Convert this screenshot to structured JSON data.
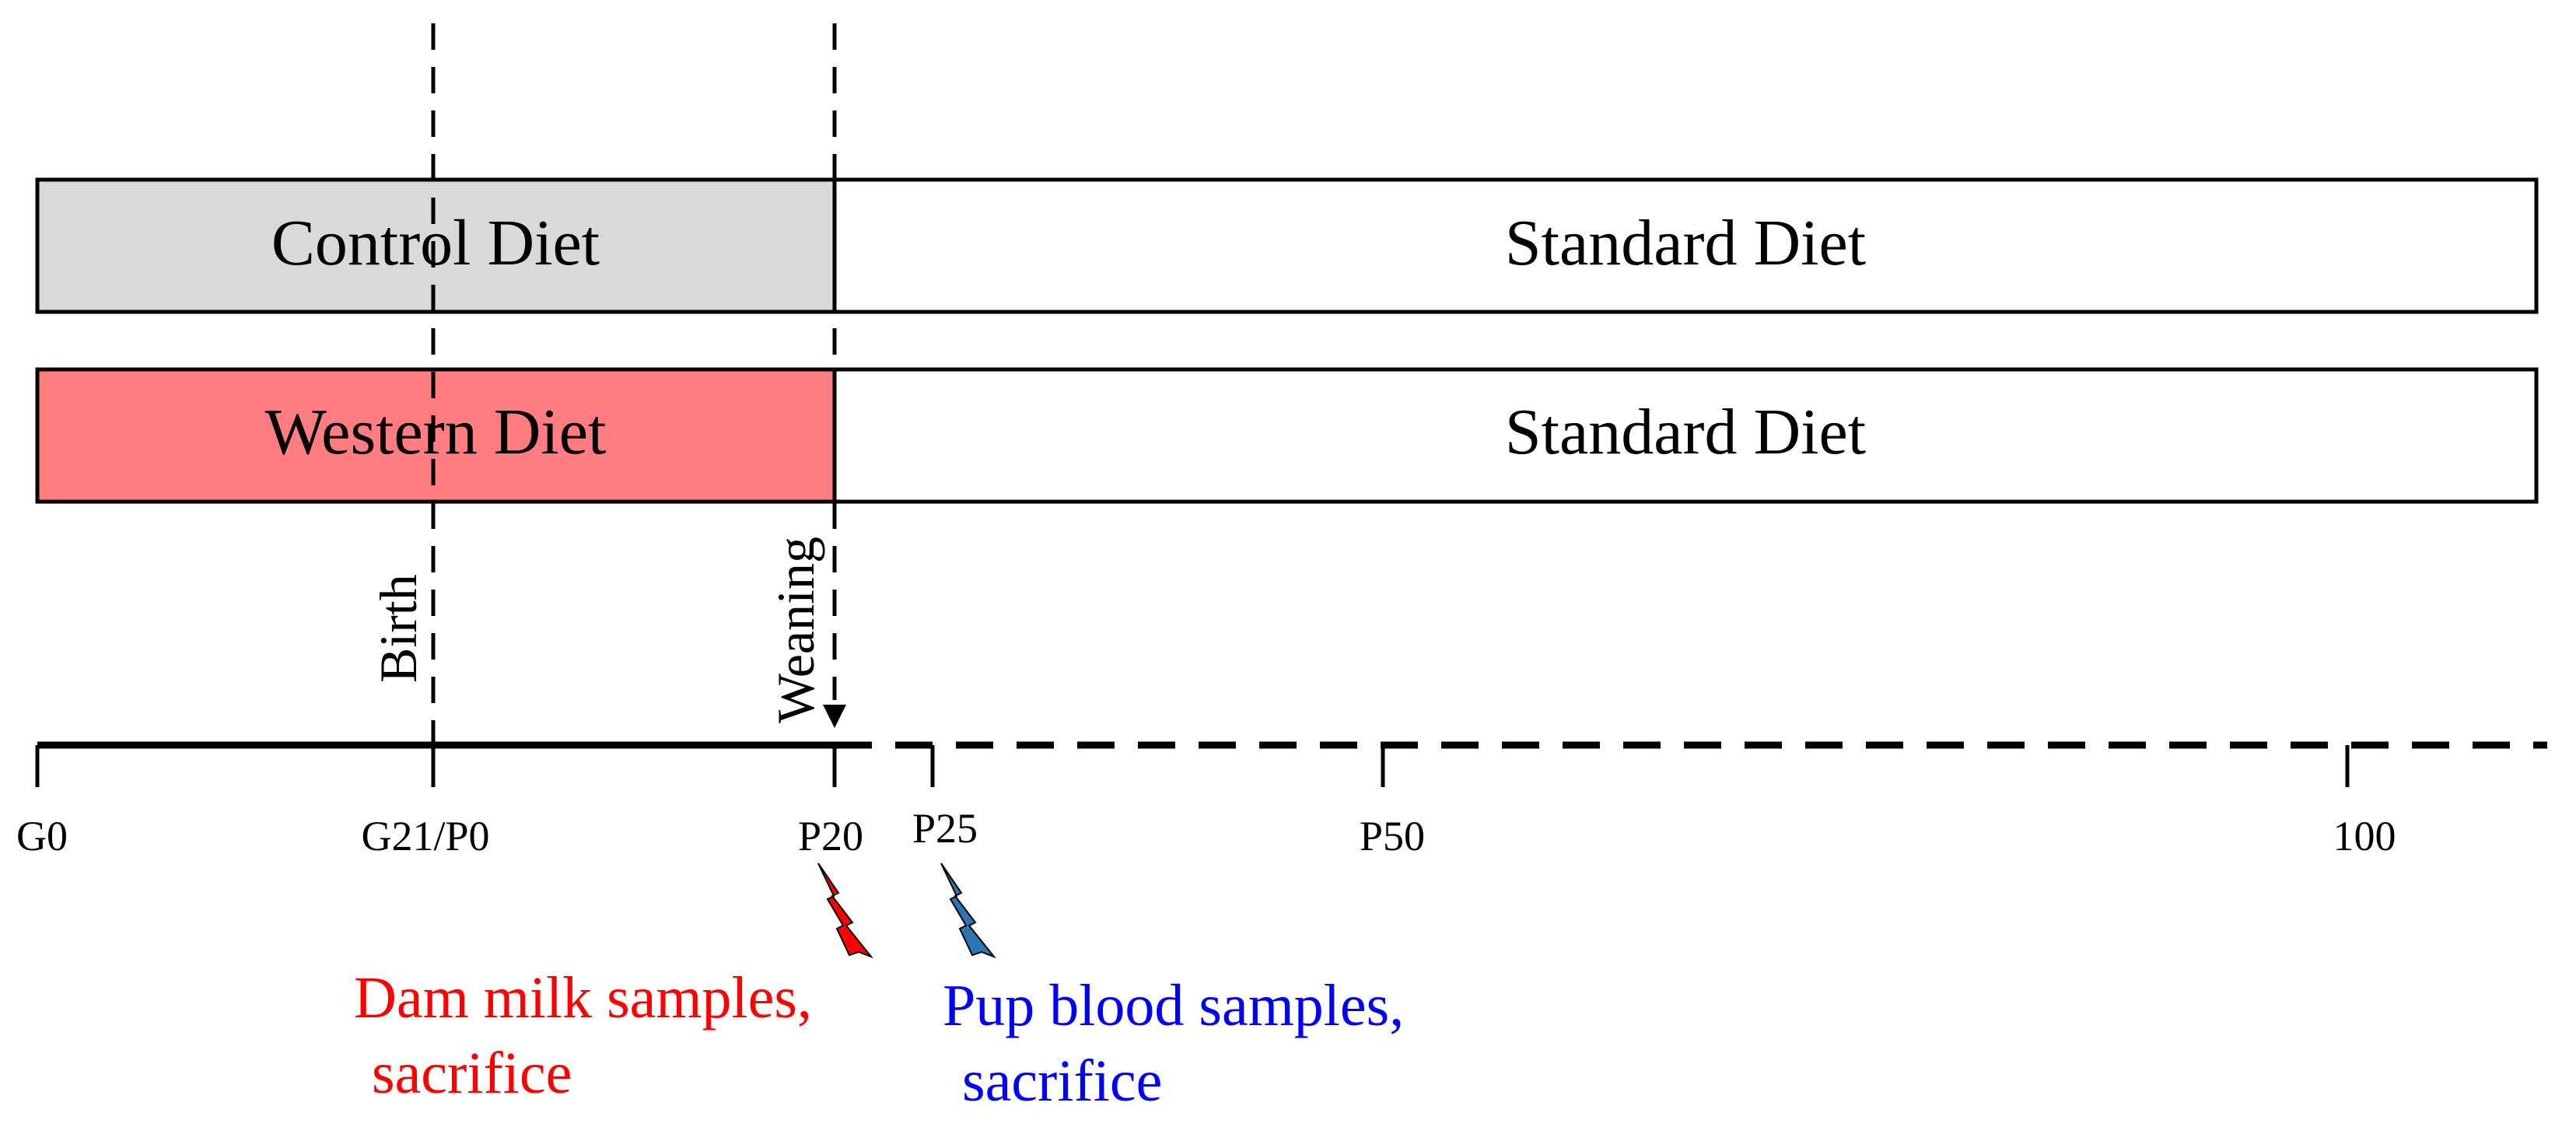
{
  "groups": [
    {
      "phase1_label": "Control Diet",
      "phase2_label": "Standard Diet",
      "phase1_color": "#d9d9d9"
    },
    {
      "phase1_label": "Western Diet",
      "phase2_label": "Standard Diet",
      "phase1_color": "#ff7c80"
    }
  ],
  "events": {
    "birth": "Birth",
    "weaning": "Weaning"
  },
  "ticks": [
    "G0",
    "G21/P0",
    "P20",
    "P25",
    "P50",
    "100"
  ],
  "samples": [
    {
      "line1": "Dam milk samples,",
      "line2": "sacrifice",
      "color": "#ff0000",
      "bolt_color": "#ff0000"
    },
    {
      "line1": "Pup blood samples,",
      "line2": "sacrifice",
      "color": "#0000ff",
      "bolt_color": "#2e75b6"
    }
  ]
}
